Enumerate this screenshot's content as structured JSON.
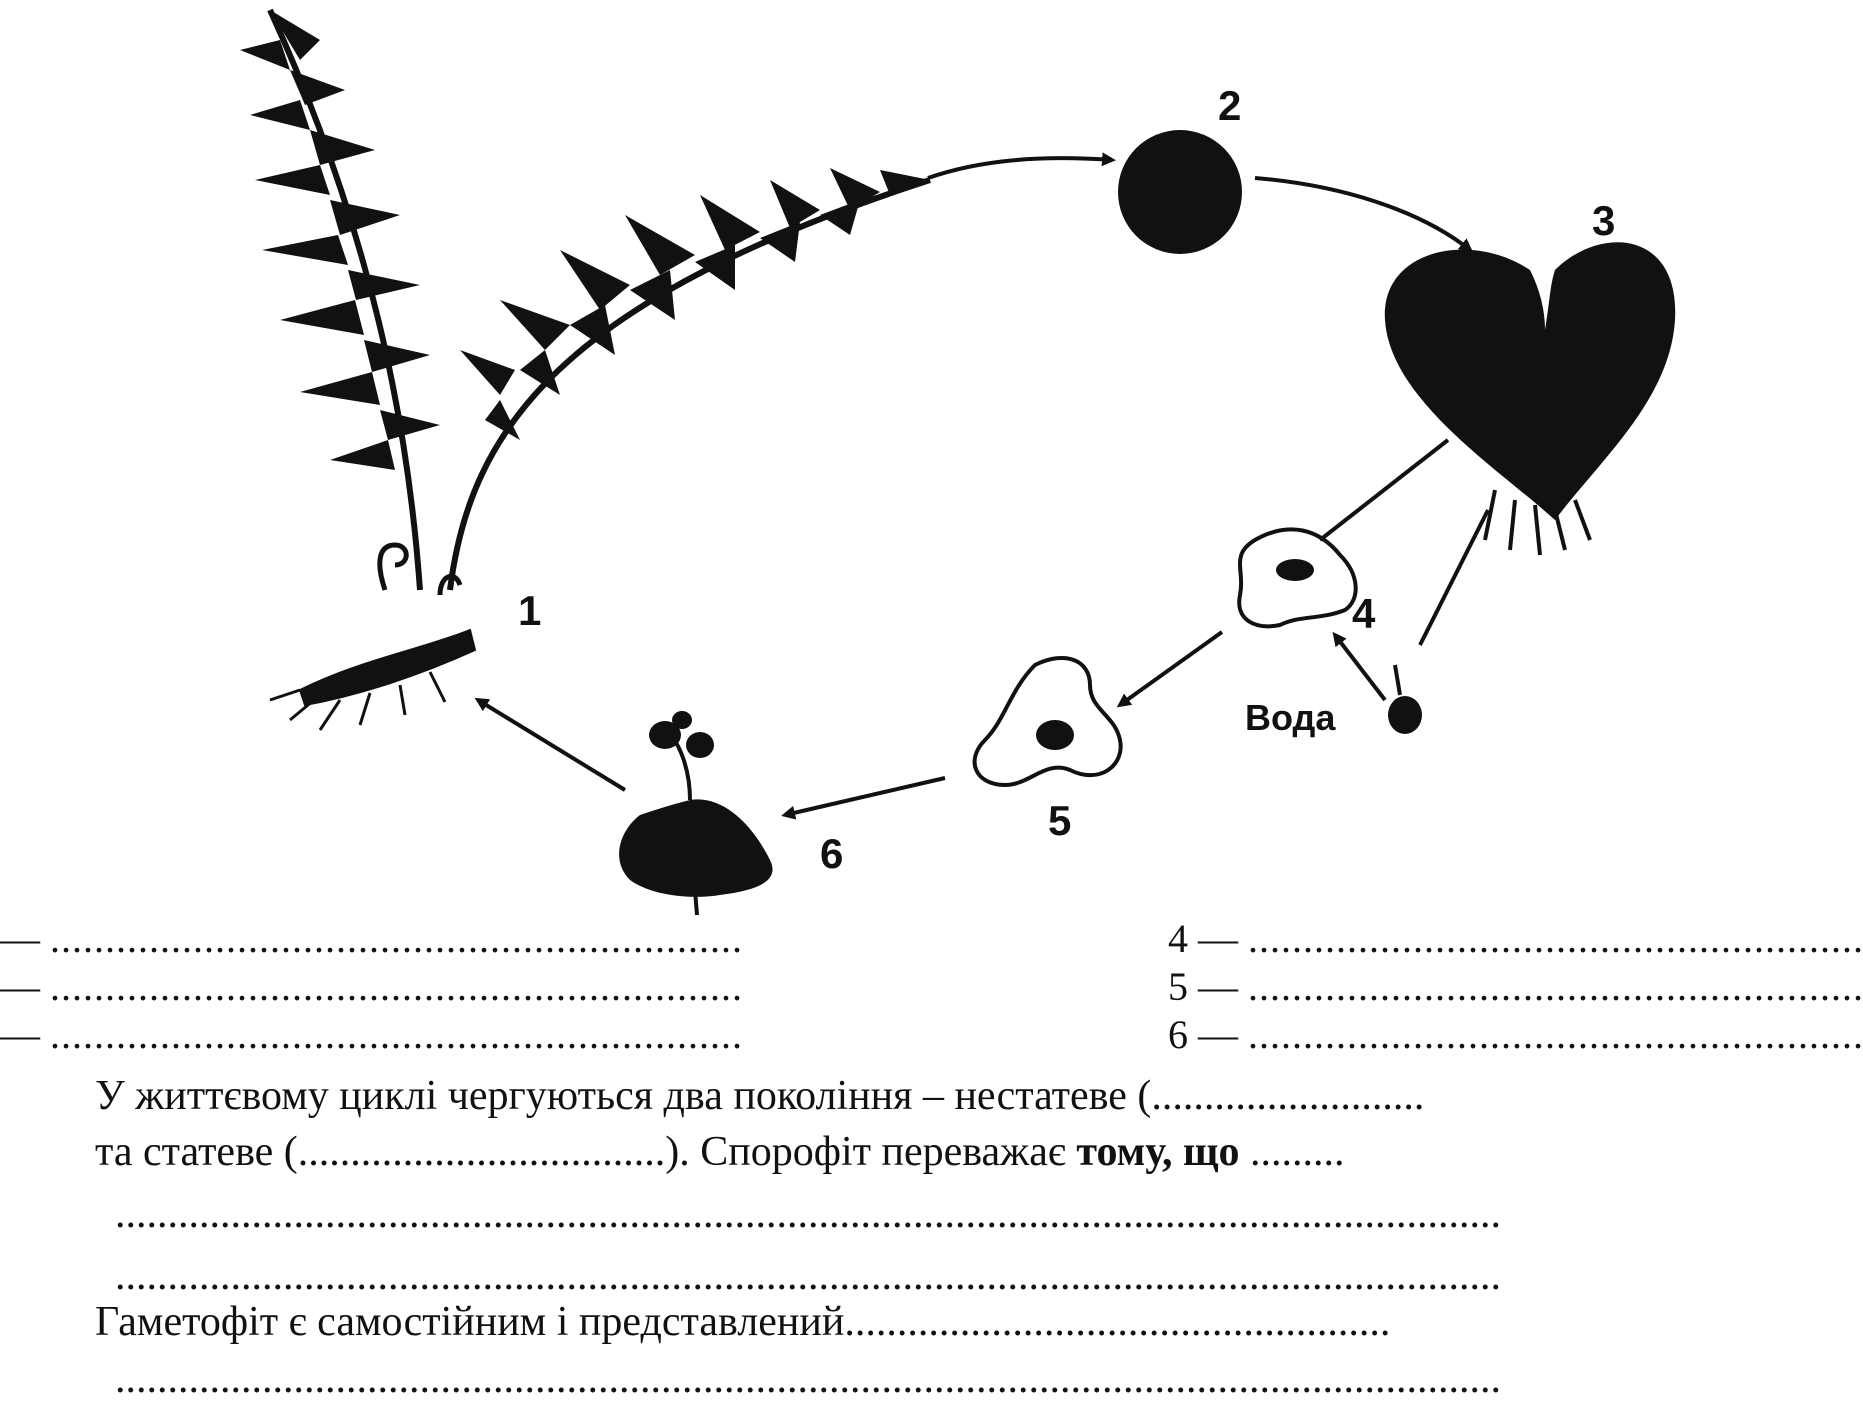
{
  "diagram": {
    "labels": {
      "stage_1": "1",
      "stage_2": "2",
      "stage_3": "3",
      "stage_4": "4",
      "stage_5": "5",
      "stage_6": "6",
      "water": "Вода"
    }
  },
  "answers_left": [
    {
      "prefix": "—",
      "dots": "......................................................................."
    },
    {
      "prefix": "—",
      "dots": "......................................................................."
    },
    {
      "prefix": "—",
      "dots": "......................................................................."
    }
  ],
  "answers_right": [
    {
      "prefix": "4 —",
      "dots": "..............................................................................."
    },
    {
      "prefix": "5 —",
      "dots": "..............................................................................."
    },
    {
      "prefix": "6 —",
      "dots": "..............................................................................."
    }
  ],
  "text": {
    "line_1": "У життєвому циклі чергуються два покоління – нестатеве (..........................",
    "line_2_a": "та статеве (...................................). Спорофіт переважає ",
    "line_2_b": "тому, що",
    "line_2_c": " .........",
    "line_3": "....................................................................................................................................",
    "line_4": "....................................................................................................................................",
    "line_5": "Гаметофіт є самостійним і представлений....................................................",
    "line_6": "...................................................................................................................................."
  }
}
